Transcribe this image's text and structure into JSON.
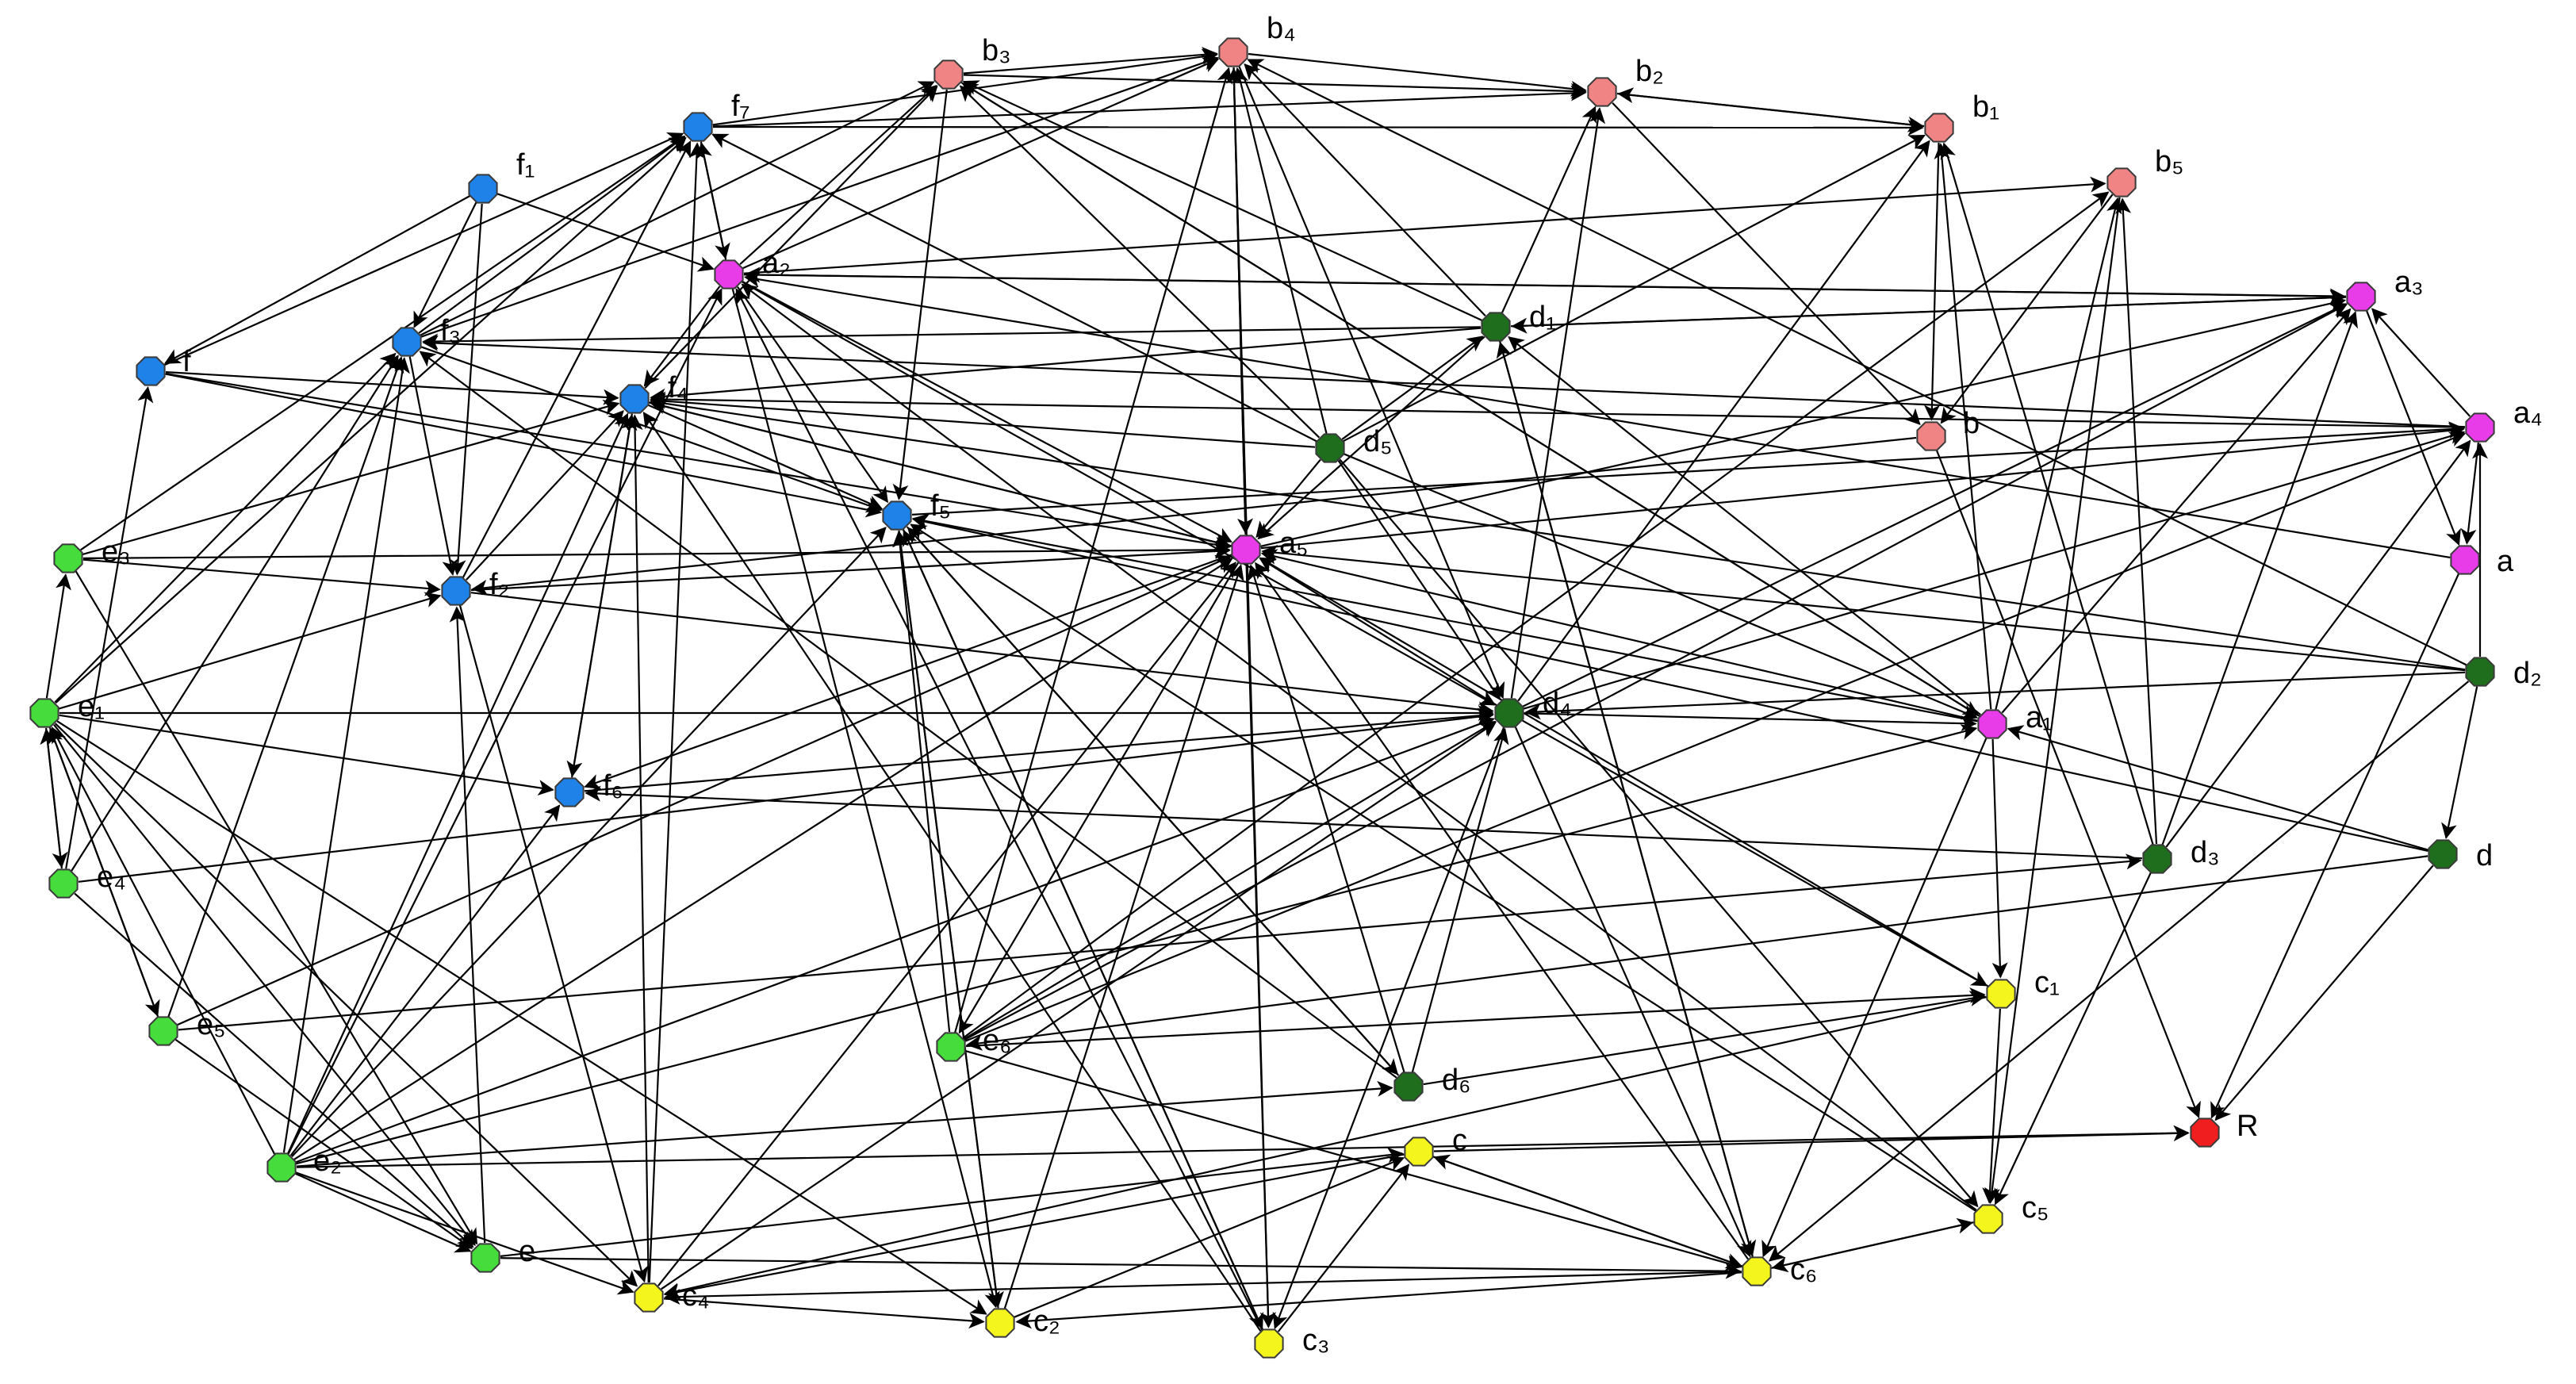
{
  "graph": {
    "colors": {
      "blue": "#1E82E8",
      "pink": "#F08484",
      "magenta": "#E83CE8",
      "dark_green": "#1E6E1E",
      "green": "#46DC3C",
      "yellow": "#F5F51E",
      "red": "#F01E1E"
    },
    "nodes": [
      {
        "id": "b3",
        "text": "b₃",
        "color": "pink"
      },
      {
        "id": "b4",
        "text": "b₄",
        "color": "pink"
      },
      {
        "id": "b2",
        "text": "b₂",
        "color": "pink"
      },
      {
        "id": "b1",
        "text": "b₁",
        "color": "pink"
      },
      {
        "id": "b5",
        "text": "b₅",
        "color": "pink"
      },
      {
        "id": "b",
        "text": "b",
        "color": "pink"
      },
      {
        "id": "f7",
        "text": "f₇",
        "color": "blue"
      },
      {
        "id": "f1",
        "text": "f₁",
        "color": "blue"
      },
      {
        "id": "f3",
        "text": "f₃",
        "color": "blue"
      },
      {
        "id": "f",
        "text": "f",
        "color": "blue"
      },
      {
        "id": "f4",
        "text": "f₄",
        "color": "blue"
      },
      {
        "id": "f5",
        "text": "f₅",
        "color": "blue"
      },
      {
        "id": "f2",
        "text": "f₂",
        "color": "blue"
      },
      {
        "id": "f6",
        "text": "f₆",
        "color": "blue"
      },
      {
        "id": "a2",
        "text": "a₂",
        "color": "magenta"
      },
      {
        "id": "a3",
        "text": "a₃",
        "color": "magenta"
      },
      {
        "id": "a4",
        "text": "a₄",
        "color": "magenta"
      },
      {
        "id": "a",
        "text": "a",
        "color": "magenta"
      },
      {
        "id": "a5",
        "text": "a₅",
        "color": "magenta"
      },
      {
        "id": "a1",
        "text": "a₁",
        "color": "magenta"
      },
      {
        "id": "d1",
        "text": "d₁",
        "color": "dark_green"
      },
      {
        "id": "d5",
        "text": "d₅",
        "color": "dark_green"
      },
      {
        "id": "d4",
        "text": "d₄",
        "color": "dark_green"
      },
      {
        "id": "d2",
        "text": "d₂",
        "color": "dark_green"
      },
      {
        "id": "d3",
        "text": "d₃",
        "color": "dark_green"
      },
      {
        "id": "d",
        "text": "d",
        "color": "dark_green"
      },
      {
        "id": "d6",
        "text": "d₆",
        "color": "dark_green"
      },
      {
        "id": "e3",
        "text": "e₃",
        "color": "green"
      },
      {
        "id": "e1",
        "text": "e₁",
        "color": "green"
      },
      {
        "id": "e4",
        "text": "e₄",
        "color": "green"
      },
      {
        "id": "e5",
        "text": "e₅",
        "color": "green"
      },
      {
        "id": "e6",
        "text": "e₆",
        "color": "green"
      },
      {
        "id": "e2",
        "text": "e₂",
        "color": "green"
      },
      {
        "id": "e",
        "text": "e",
        "color": "green"
      },
      {
        "id": "c1",
        "text": "c₁",
        "color": "yellow"
      },
      {
        "id": "c",
        "text": "c",
        "color": "yellow"
      },
      {
        "id": "c5",
        "text": "c₅",
        "color": "yellow"
      },
      {
        "id": "c6",
        "text": "c₆",
        "color": "yellow"
      },
      {
        "id": "c4",
        "text": "c₄",
        "color": "yellow"
      },
      {
        "id": "c2",
        "text": "c₂",
        "color": "yellow"
      },
      {
        "id": "c3",
        "text": "c₃",
        "color": "yellow"
      },
      {
        "id": "R",
        "text": "R",
        "color": "red"
      }
    ],
    "edges": [
      [
        "f7",
        "b4"
      ],
      [
        "f7",
        "b2"
      ],
      [
        "f7",
        "b1"
      ],
      [
        "f7",
        "a2"
      ],
      [
        "f1",
        "f3"
      ],
      [
        "f1",
        "f2"
      ],
      [
        "f1",
        "a2"
      ],
      [
        "f1",
        "f"
      ],
      [
        "f",
        "f7"
      ],
      [
        "f",
        "f4"
      ],
      [
        "f",
        "f5"
      ],
      [
        "f",
        "a5"
      ],
      [
        "f3",
        "f7"
      ],
      [
        "f3",
        "b4"
      ],
      [
        "f3",
        "b3"
      ],
      [
        "f3",
        "f2"
      ],
      [
        "f3",
        "f5"
      ],
      [
        "f2",
        "f7"
      ],
      [
        "f2",
        "f4"
      ],
      [
        "f2",
        "a5"
      ],
      [
        "f2",
        "c4"
      ],
      [
        "f2",
        "d4"
      ],
      [
        "f4",
        "b3"
      ],
      [
        "f4",
        "f5"
      ],
      [
        "f4",
        "a5"
      ],
      [
        "f4",
        "f6"
      ],
      [
        "f6",
        "f4"
      ],
      [
        "f6",
        "d4"
      ],
      [
        "a2",
        "b3"
      ],
      [
        "a2",
        "b4"
      ],
      [
        "a2",
        "b5"
      ],
      [
        "a2",
        "f7"
      ],
      [
        "a2",
        "f4"
      ],
      [
        "a2",
        "f5"
      ],
      [
        "a2",
        "a5"
      ],
      [
        "a2",
        "a3"
      ],
      [
        "a2",
        "d4"
      ],
      [
        "a2",
        "c2"
      ],
      [
        "b4",
        "b2"
      ],
      [
        "b4",
        "a5"
      ],
      [
        "b4",
        "c3"
      ],
      [
        "b4",
        "d4"
      ],
      [
        "b3",
        "b4"
      ],
      [
        "b3",
        "b2"
      ],
      [
        "b3",
        "f5"
      ],
      [
        "b3",
        "a1"
      ],
      [
        "b2",
        "b1"
      ],
      [
        "b2",
        "b"
      ],
      [
        "b1",
        "b2"
      ],
      [
        "b1",
        "b"
      ],
      [
        "b5",
        "b"
      ],
      [
        "b5",
        "c5"
      ],
      [
        "d1",
        "f4"
      ],
      [
        "d1",
        "b2"
      ],
      [
        "d1",
        "b4"
      ],
      [
        "d1",
        "b3"
      ],
      [
        "d1",
        "f3"
      ],
      [
        "d1",
        "a5"
      ],
      [
        "d1",
        "c6"
      ],
      [
        "d1",
        "a3"
      ],
      [
        "d5",
        "b4"
      ],
      [
        "d5",
        "b1"
      ],
      [
        "d5",
        "b3"
      ],
      [
        "d5",
        "f7"
      ],
      [
        "d5",
        "f4"
      ],
      [
        "d5",
        "a5"
      ],
      [
        "d5",
        "d4"
      ],
      [
        "d5",
        "c5"
      ],
      [
        "d5",
        "a1"
      ],
      [
        "d5",
        "d1"
      ],
      [
        "a5",
        "f4"
      ],
      [
        "a5",
        "c3"
      ],
      [
        "a5",
        "a3"
      ],
      [
        "a5",
        "a4"
      ],
      [
        "a5",
        "b4"
      ],
      [
        "a5",
        "e6"
      ],
      [
        "a5",
        "f6"
      ],
      [
        "d4",
        "b1"
      ],
      [
        "d4",
        "b2"
      ],
      [
        "d4",
        "a3"
      ],
      [
        "d4",
        "a4"
      ],
      [
        "d4",
        "a1"
      ],
      [
        "d4",
        "c6"
      ],
      [
        "d4",
        "c1"
      ],
      [
        "d4",
        "c3"
      ],
      [
        "d4",
        "a5"
      ],
      [
        "a1",
        "b5"
      ],
      [
        "a1",
        "a3"
      ],
      [
        "a1",
        "c1"
      ],
      [
        "a1",
        "c6"
      ],
      [
        "a1",
        "a5"
      ],
      [
        "a1",
        "f5"
      ],
      [
        "a1",
        "b1"
      ],
      [
        "a1",
        "d1"
      ],
      [
        "a1",
        "b3"
      ],
      [
        "a3",
        "a"
      ],
      [
        "a3",
        "a2"
      ],
      [
        "a3",
        "d1"
      ],
      [
        "a4",
        "a3"
      ],
      [
        "a4",
        "a"
      ],
      [
        "a4",
        "f4"
      ],
      [
        "a4",
        "f3"
      ],
      [
        "a",
        "R"
      ],
      [
        "a",
        "a2"
      ],
      [
        "d2",
        "d"
      ],
      [
        "d2",
        "b4"
      ],
      [
        "d2",
        "a4"
      ],
      [
        "d2",
        "a5"
      ],
      [
        "d2",
        "d4"
      ],
      [
        "d2",
        "c6"
      ],
      [
        "d2",
        "f4"
      ],
      [
        "d3",
        "b1"
      ],
      [
        "d3",
        "b5"
      ],
      [
        "d3",
        "a4"
      ],
      [
        "d3",
        "f6"
      ],
      [
        "d3",
        "a3"
      ],
      [
        "d3",
        "c5"
      ],
      [
        "d",
        "R"
      ],
      [
        "d",
        "e6"
      ],
      [
        "d",
        "f5"
      ],
      [
        "d",
        "a1"
      ],
      [
        "d6",
        "a5"
      ],
      [
        "d6",
        "d4"
      ],
      [
        "d6",
        "c1"
      ],
      [
        "d6",
        "f5"
      ],
      [
        "d6",
        "f3"
      ],
      [
        "e3",
        "f2"
      ],
      [
        "e3",
        "f4"
      ],
      [
        "e3",
        "e"
      ],
      [
        "e3",
        "f7"
      ],
      [
        "e3",
        "a5"
      ],
      [
        "e1",
        "e3"
      ],
      [
        "e1",
        "e4"
      ],
      [
        "e1",
        "e5"
      ],
      [
        "e1",
        "e"
      ],
      [
        "e1",
        "f2"
      ],
      [
        "e1",
        "f3"
      ],
      [
        "e1",
        "f7"
      ],
      [
        "e1",
        "f6"
      ],
      [
        "e1",
        "d4"
      ],
      [
        "e1",
        "c4"
      ],
      [
        "e1",
        "c2"
      ],
      [
        "e4",
        "e1"
      ],
      [
        "e4",
        "f3"
      ],
      [
        "e4",
        "f"
      ],
      [
        "e4",
        "d4"
      ],
      [
        "e4",
        "e"
      ],
      [
        "e5",
        "f3"
      ],
      [
        "e5",
        "a5"
      ],
      [
        "e5",
        "e1"
      ],
      [
        "e5",
        "e"
      ],
      [
        "e5",
        "d3"
      ],
      [
        "e6",
        "f5"
      ],
      [
        "e6",
        "d4"
      ],
      [
        "e6",
        "a3"
      ],
      [
        "e6",
        "a4"
      ],
      [
        "e6",
        "b5"
      ],
      [
        "e6",
        "b4"
      ],
      [
        "e6",
        "c6"
      ],
      [
        "e6",
        "c1"
      ],
      [
        "e2",
        "f3"
      ],
      [
        "e2",
        "f4"
      ],
      [
        "e2",
        "f5"
      ],
      [
        "e2",
        "a5"
      ],
      [
        "e2",
        "a2"
      ],
      [
        "e2",
        "d4"
      ],
      [
        "e2",
        "e"
      ],
      [
        "e2",
        "c4"
      ],
      [
        "e2",
        "R"
      ],
      [
        "e2",
        "d6"
      ],
      [
        "e2",
        "e1"
      ],
      [
        "e2",
        "f6"
      ],
      [
        "e2",
        "a1"
      ],
      [
        "e",
        "c"
      ],
      [
        "e",
        "f2"
      ],
      [
        "e",
        "c6"
      ],
      [
        "c1",
        "c5"
      ],
      [
        "c1",
        "c4"
      ],
      [
        "c1",
        "a5"
      ],
      [
        "c",
        "R"
      ],
      [
        "c",
        "c6"
      ],
      [
        "c",
        "c4"
      ],
      [
        "c6",
        "c"
      ],
      [
        "c6",
        "c5"
      ],
      [
        "c6",
        "c2"
      ],
      [
        "c6",
        "c4"
      ],
      [
        "c6",
        "a5"
      ],
      [
        "c6",
        "d1"
      ],
      [
        "c4",
        "f7"
      ],
      [
        "c4",
        "f4"
      ],
      [
        "c4",
        "a5"
      ],
      [
        "c4",
        "c2"
      ],
      [
        "c4",
        "d4"
      ],
      [
        "c2",
        "c"
      ],
      [
        "c2",
        "a5"
      ],
      [
        "c2",
        "f5"
      ],
      [
        "c3",
        "f4"
      ],
      [
        "c3",
        "c"
      ],
      [
        "c3",
        "f5"
      ],
      [
        "c3",
        "a2"
      ],
      [
        "c5",
        "f5"
      ],
      [
        "c5",
        "a2"
      ],
      [
        "c5",
        "c6"
      ],
      [
        "b",
        "R"
      ],
      [
        "b",
        "f2"
      ],
      [
        "f5",
        "c2"
      ],
      [
        "f5",
        "c3"
      ],
      [
        "f5",
        "a4"
      ],
      [
        "f5",
        "d6"
      ]
    ]
  }
}
